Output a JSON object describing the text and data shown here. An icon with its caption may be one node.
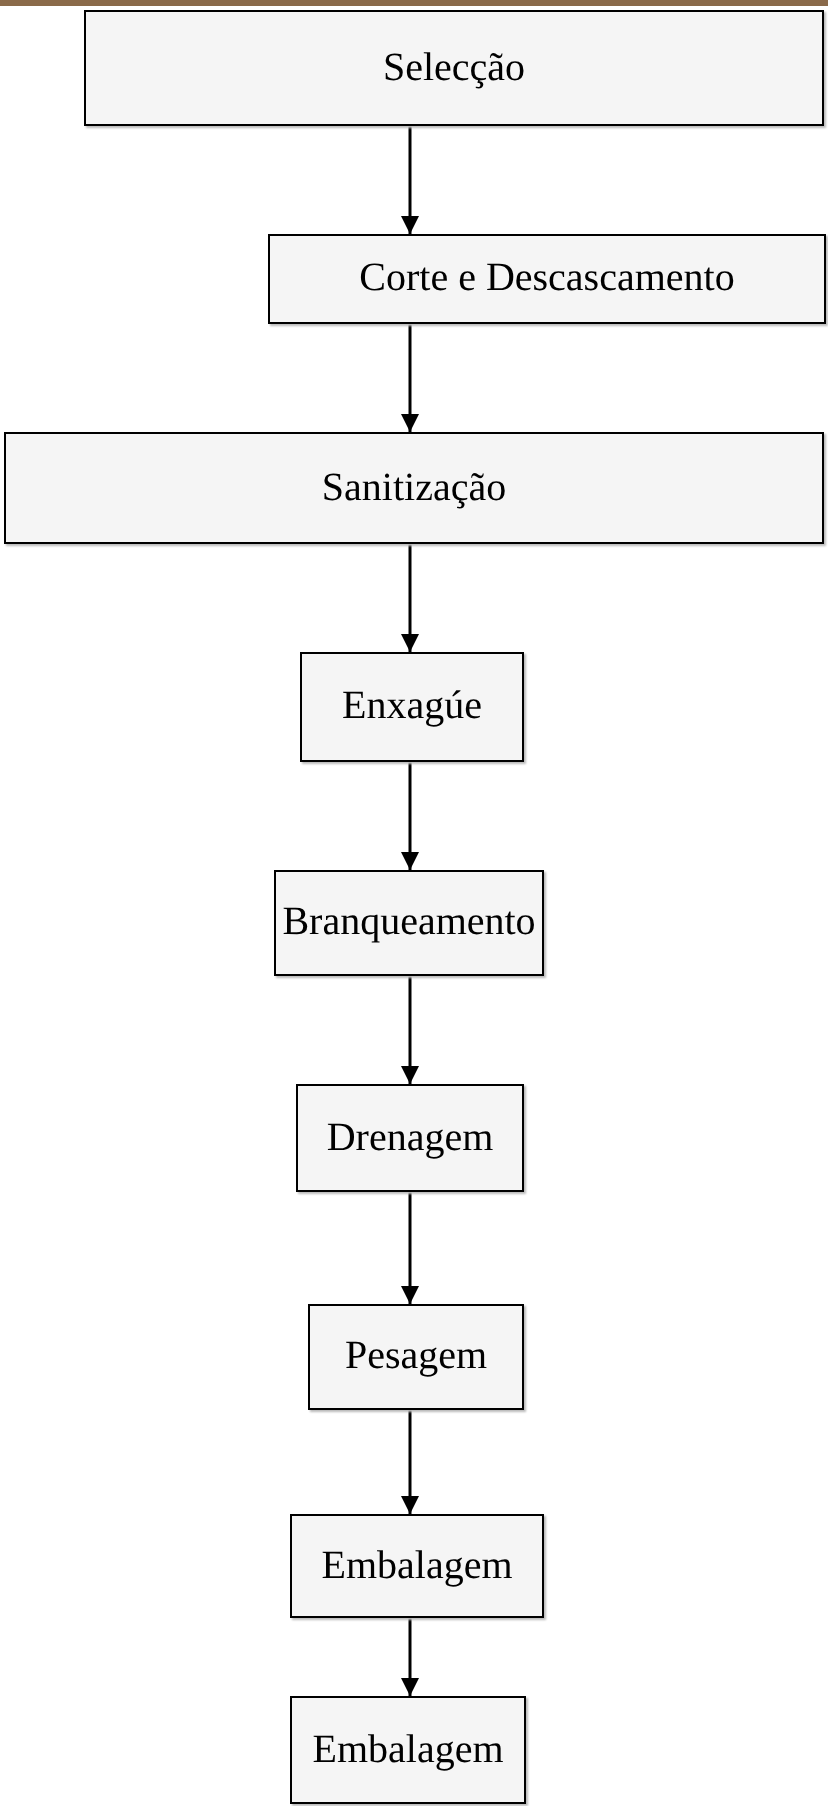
{
  "diagram": {
    "nodes": [
      {
        "text": [
          "Selecção"
        ]
      },
      {
        "text": [
          "Corte e Descascamento"
        ]
      },
      {
        "text": [
          "Sanitização"
        ]
      },
      {
        "text": [
          "Enxagúe"
        ]
      },
      {
        "text": [
          "Branqueamento"
        ]
      },
      {
        "text": [
          "Drenagem"
        ]
      },
      {
        "text": [
          "Pesagem"
        ]
      },
      {
        "text": [
          "Embalagem"
        ]
      },
      {
        "text": [
          "Embalagem"
        ]
      }
    ],
    "edges": [
      {
        "from": 0,
        "to": 1,
        "arrow": "to"
      },
      {
        "from": 1,
        "to": 2,
        "arrow": "to"
      },
      {
        "from": 2,
        "to": 3,
        "arrow": "to"
      },
      {
        "from": 3,
        "to": 4,
        "arrow": "to"
      },
      {
        "from": 4,
        "to": 5,
        "arrow": "to"
      },
      {
        "from": 5,
        "to": 6,
        "arrow": "to"
      },
      {
        "from": 6,
        "to": 7,
        "arrow": "to"
      },
      {
        "from": 7,
        "to": 8,
        "arrow": "to"
      }
    ]
  }
}
